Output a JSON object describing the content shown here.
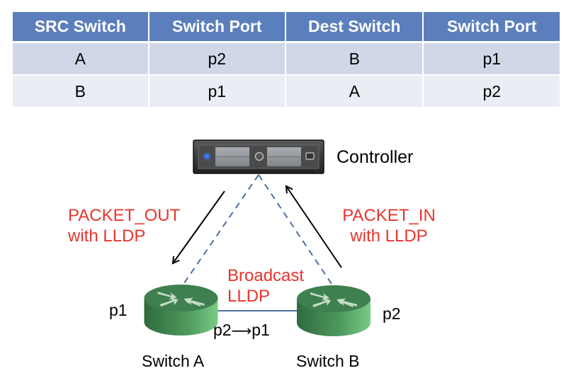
{
  "table": {
    "headers": [
      "SRC Switch",
      "Switch Port",
      "Dest Switch",
      "Switch Port"
    ],
    "rows": [
      [
        "A",
        "p2",
        "B",
        "p1"
      ],
      [
        "B",
        "p1",
        "A",
        "p2"
      ]
    ]
  },
  "diagram": {
    "controller": {
      "label": "Controller",
      "icon": "server-icon"
    },
    "packet_out": {
      "line1": "PACKET_OUT",
      "line2": "with LLDP"
    },
    "packet_in": {
      "line1": "PACKET_IN",
      "line2": "with LLDP"
    },
    "broadcast": {
      "line1": "Broadcast",
      "line2": "LLDP"
    },
    "switch_a": {
      "label": "Switch A",
      "port_left": "p1",
      "icon": "router-icon"
    },
    "switch_b": {
      "label": "Switch B",
      "port_right": "p2",
      "icon": "router-icon"
    },
    "link": {
      "from_port": "p2",
      "arrow": "⟶",
      "to_port": "p1"
    }
  },
  "colors": {
    "header_bg": "#5b7fbc",
    "row_odd": "#d0d8e8",
    "row_even": "#e9edf4",
    "annotation_red": "#e8352d",
    "dashed_link": "#4a6fa5",
    "switch_green": "#3d7f4e"
  }
}
